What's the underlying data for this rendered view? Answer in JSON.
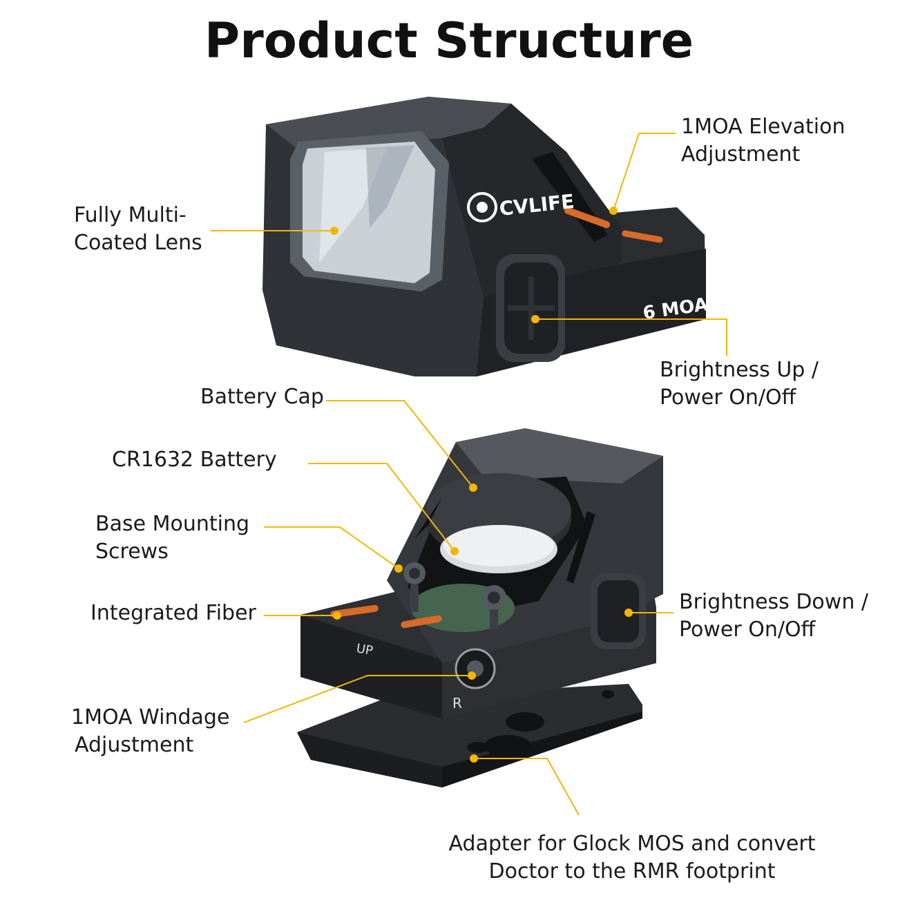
{
  "title": "Product Structure",
  "brand": "CVLIFE",
  "marking_moa": "6 MOA",
  "dial_up": "UP",
  "dial_r": "R",
  "accent_color": "#f2b705",
  "labels": {
    "elevation": [
      "1MOA Elevation",
      "Adjustment"
    ],
    "lens": [
      "Fully Multi-",
      "Coated Lens"
    ],
    "brightness_up": [
      "Brightness Up /",
      "Power On/Off"
    ],
    "battery_cap": "Battery Cap",
    "battery": "CR1632 Battery",
    "base_screws": [
      "Base Mounting",
      "Screws"
    ],
    "fiber": "Integrated Fiber",
    "brightness_down": [
      "Brightness Down /",
      "Power On/Off"
    ],
    "windage": [
      "1MOA Windage",
      "Adjustment"
    ],
    "adapter": [
      "Adapter for Glock MOS and convert",
      "Doctor to the RMR footprint"
    ]
  }
}
